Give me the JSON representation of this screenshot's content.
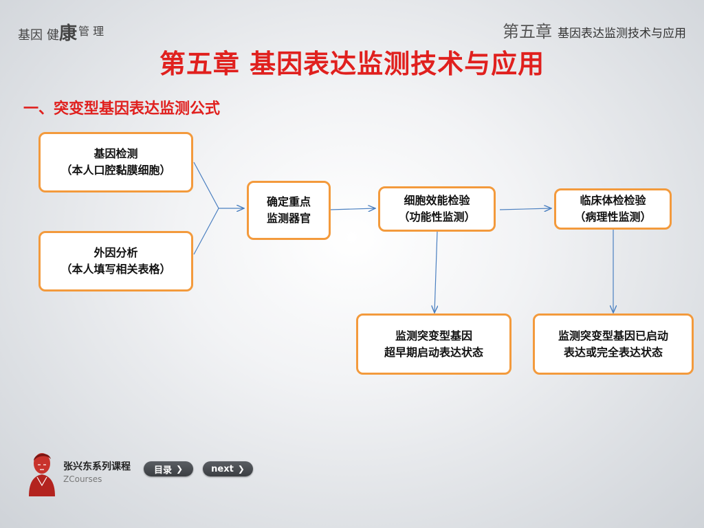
{
  "logo": {
    "part1": "基因",
    "part2": "健",
    "part3": "康",
    "part4": "管 理"
  },
  "header": {
    "chapter": "第五章",
    "subtitle": "基因表达监测技术与应用"
  },
  "title": "第五章 基因表达监测技术与应用",
  "section_title": "一、突变型基因表达监测公式",
  "flow": {
    "gene_test": {
      "line1": "基因检测",
      "line2": "（本人口腔黏膜细胞）"
    },
    "external_analysis": {
      "line1": "外因分析",
      "line2": "（本人填写相关表格）"
    },
    "key_organ": {
      "line1": "确定重点",
      "line2": "监测器官"
    },
    "cell_test": {
      "line1": "细胞效能检验",
      "line2": "（功能性监测）"
    },
    "clinical_test": {
      "line1": "临床体检检验",
      "line2": "（病理性监测）"
    },
    "early_state": {
      "line1": "监测突变型基因",
      "line2": "超早期启动表达状态"
    },
    "expressed_state": {
      "line1": "监测突变型基因已启动",
      "line2": "表达或完全表达状态"
    }
  },
  "footer": {
    "brand_name": "张兴东系列课程",
    "brand_en": "ZCourses",
    "toc_label": "目录",
    "next_label": "next"
  },
  "colors": {
    "title_red": "#e0201e",
    "box_border": "#f39a3c",
    "arrow": "#4a7fc0"
  }
}
